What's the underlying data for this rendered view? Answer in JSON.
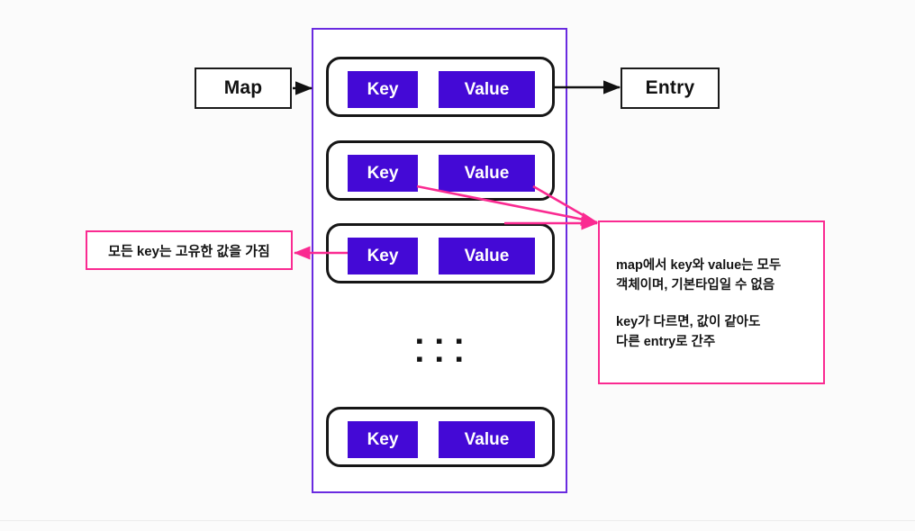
{
  "diagram": {
    "title": "Map / Entry structure diagram",
    "background_color": "#fbfbfb",
    "colors": {
      "kv_purple": "#4409d6",
      "container_purple": "#6a2be0",
      "note_pink": "#fa2a91",
      "outline_black": "#161616",
      "text": "#141414"
    }
  },
  "map_box": {
    "label": "Map"
  },
  "entry_box": {
    "label": "Entry"
  },
  "entries": [
    {
      "key_label": "Key",
      "value_label": "Value"
    },
    {
      "key_label": "Key",
      "value_label": "Value"
    },
    {
      "key_label": "Key",
      "value_label": "Value"
    },
    {
      "key_label": "Key",
      "value_label": "Value"
    }
  ],
  "ellipsis": {
    "text": "▪ ▪ ▪ ▪ ▪ ▪"
  },
  "notes": {
    "unique_key": {
      "text": "모든 key는 고유한 값을 가짐"
    },
    "object_note": {
      "paragraph_1": "map에서 key와 value는 모두\n객체이며, 기본타입일 수 없음",
      "paragraph_2": "key가 다르면, 값이 같아도\n다른 entry로 간주"
    }
  },
  "connectors": {
    "map_to_container": "arrow from Map box to map container",
    "container_to_entry": "arrow from first entry to Entry box",
    "key_to_object_note": "pink arrow from entry 2 key to object note",
    "value_to_object_note": "pink arrow from entry 2 value to object note",
    "key_to_unique_note": "pink arrow from entry 3 key to unique key note"
  }
}
